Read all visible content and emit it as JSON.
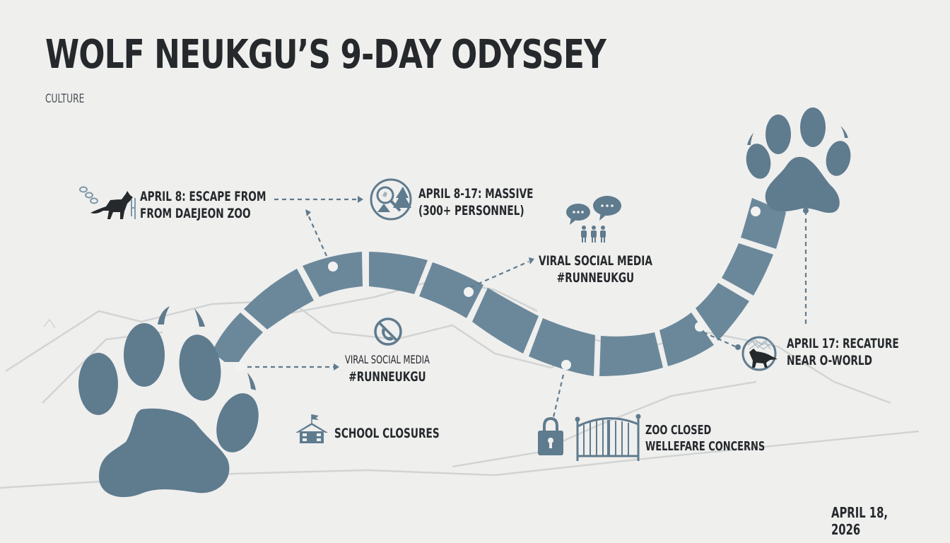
{
  "header": {
    "title": "WOLF NEUKGU’S 9-DAY ODYSSEY",
    "category": "CULTURE"
  },
  "colors": {
    "background": "#efefee",
    "accent": "#5f7b8e",
    "path_segment": "#6b889b",
    "text": "#25292c",
    "terrain_lines": "#d2d4d4"
  },
  "timeline": {
    "events": [
      {
        "id": "escape",
        "icon": "wolf-escape-chain-icon",
        "line1": "APRIL 8: ESCAPE FROM",
        "line2": "FROM DAEJEON ZOO"
      },
      {
        "id": "search",
        "icon": "search-forest-icon",
        "line1": "APRIL 8-17: MASSIVE",
        "line2": "(300+ PERSONNEL)"
      },
      {
        "id": "viral-top",
        "icon": "chat-people-icon",
        "line1": "VIRAL SOCIAL MEDIA",
        "line2": "#RUNNEUKGU"
      },
      {
        "id": "viral-lower",
        "icon": "no-phone-icon",
        "line1": "VIRAL SOCIAL MEDIA",
        "line2": "#RUNNEUKGU"
      },
      {
        "id": "schools",
        "icon": "school-icon",
        "line1": "SCHOOL CLOSURES"
      },
      {
        "id": "zoo-closed",
        "icon": "lock-gate-icon",
        "line1": "ZOO CLOSED",
        "line2": "WELLEFARE CONCERNS"
      },
      {
        "id": "recapture",
        "icon": "wolf-net-icon",
        "line1": "APRIL 17: RECATURE",
        "line2": "NEAR O-WORLD"
      }
    ]
  },
  "footer": {
    "date": "APRIL 18, 2026"
  }
}
